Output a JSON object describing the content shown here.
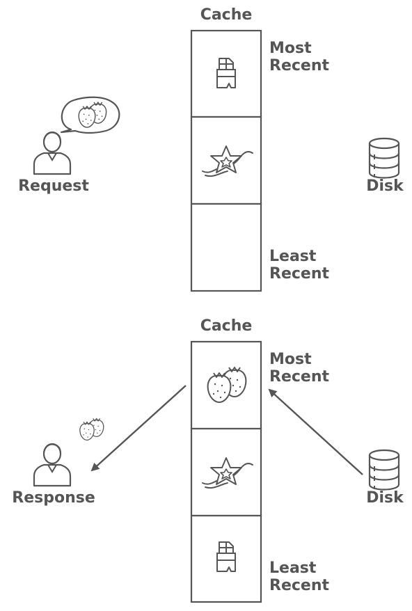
{
  "colors": {
    "ink": "#555555",
    "stroke": "#555555",
    "background": "#ffffff"
  },
  "top_panel": {
    "cache_title": "Cache",
    "most_recent": [
      "Most",
      "Recent"
    ],
    "least_recent": [
      "Least",
      "Recent"
    ],
    "person_label": "Request",
    "disk_label": "Disk",
    "slots": [
      "chocolate-icon",
      "vanilla-icon",
      "empty"
    ],
    "speech_bubble_icon": "strawberry-icon"
  },
  "bottom_panel": {
    "cache_title": "Cache",
    "most_recent": [
      "Most",
      "Recent"
    ],
    "least_recent": [
      "Least",
      "Recent"
    ],
    "person_label": "Response",
    "disk_label": "Disk",
    "slots": [
      "strawberry-icon",
      "vanilla-icon",
      "chocolate-icon"
    ],
    "delivered_icon": "strawberry-icon"
  }
}
